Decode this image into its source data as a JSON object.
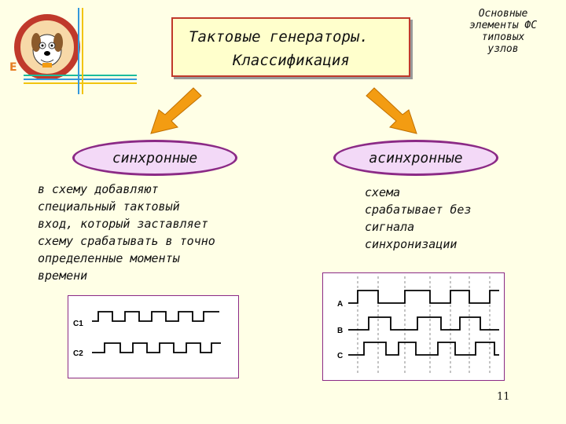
{
  "title": {
    "line1": "Тактовые генераторы.",
    "line2": "Классификация"
  },
  "note": [
    "Основные",
    "элементы ФС",
    "типовых",
    "узлов"
  ],
  "logo_letter": "E",
  "left": {
    "heading": "синхронные",
    "description": "в схему добавляют\nспециальный тактовый\nвход, который заставляет\nсхему срабатывать в точно\nопределенные моменты\nвремени",
    "signals": [
      "C1",
      "C2"
    ]
  },
  "right": {
    "heading": "асинхронные",
    "description": "схема\nсрабатывает без\nсигнала\nсинхронизации",
    "signals": [
      "A",
      "B",
      "C"
    ]
  },
  "page_number": "11",
  "colors": {
    "background": "#FFFFE6",
    "title_border": "#C0392B",
    "oval_fill": "#F3D9F7",
    "oval_border": "#8B2A86",
    "arrow": "#F39C12"
  }
}
